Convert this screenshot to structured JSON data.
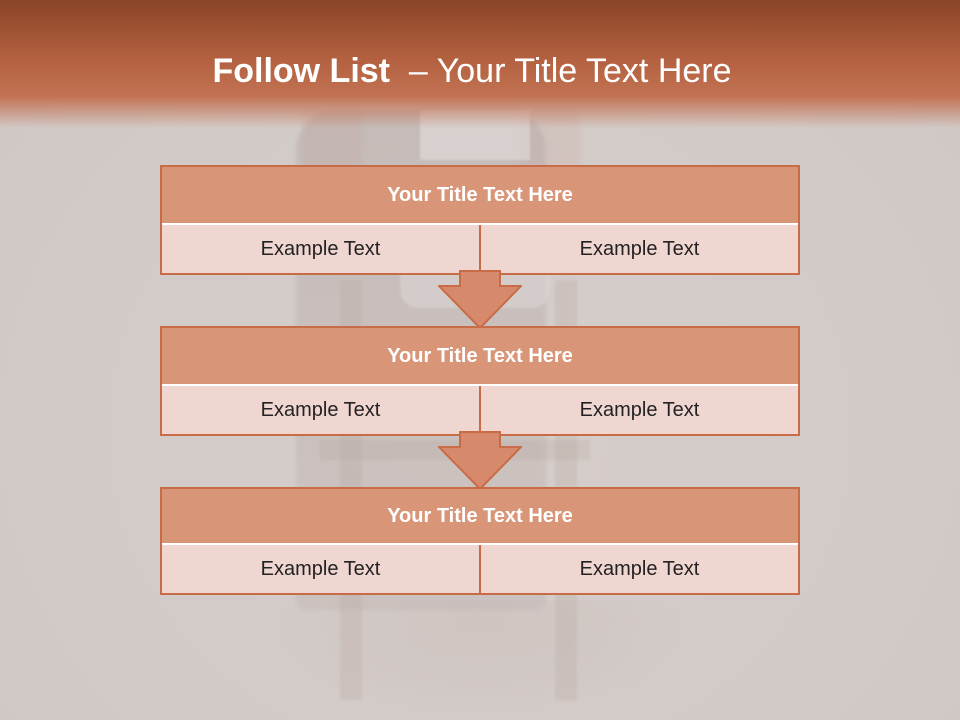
{
  "slide": {
    "title_bold": "Follow List",
    "title_separator": "–",
    "title_rest": "Your Title Text Here"
  },
  "blocks": [
    {
      "title": "Your Title Text Here",
      "left": "Example Text",
      "right": "Example Text"
    },
    {
      "title": "Your Title Text Here",
      "left": "Example Text",
      "right": "Example Text"
    },
    {
      "title": "Your Title Text Here",
      "left": "Example Text",
      "right": "Example Text"
    }
  ],
  "colors": {
    "header_dark": "#8a4427",
    "header_light": "#c27252",
    "block_title_fill": "#d99577",
    "block_cell_fill": "#f0d6d0",
    "border": "#c86b47"
  }
}
